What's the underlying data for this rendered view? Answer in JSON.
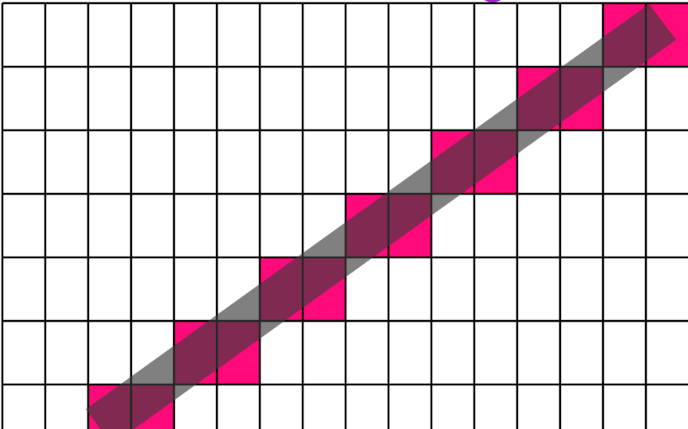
{
  "diagram": {
    "grid": {
      "columns": 16,
      "rows": 7
    },
    "highlighted_cells": [
      {
        "col": 2,
        "row": 6
      },
      {
        "col": 3,
        "row": 6
      },
      {
        "col": 4,
        "row": 5
      },
      {
        "col": 5,
        "row": 5
      },
      {
        "col": 6,
        "row": 4
      },
      {
        "col": 7,
        "row": 4
      },
      {
        "col": 8,
        "row": 3
      },
      {
        "col": 9,
        "row": 3
      },
      {
        "col": 10,
        "row": 2
      },
      {
        "col": 11,
        "row": 2
      },
      {
        "col": 12,
        "row": 1
      },
      {
        "col": 13,
        "row": 1
      },
      {
        "col": 14,
        "row": 0
      },
      {
        "col": 15,
        "row": 0
      }
    ],
    "colors": {
      "background": "#ffffff",
      "grid_line": "#000000",
      "cell_fill": "#ff0a7a",
      "line_band": "#3c3c3c",
      "partial_glyph": "#a020c8"
    }
  }
}
